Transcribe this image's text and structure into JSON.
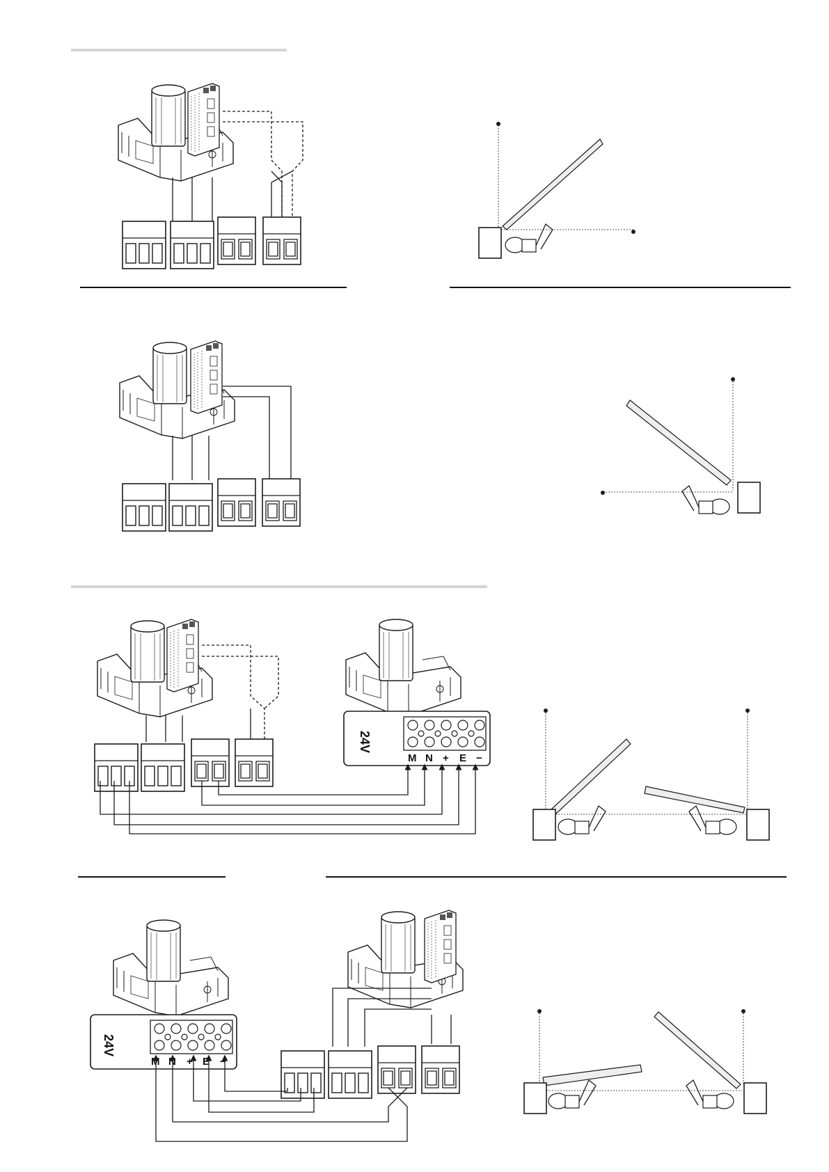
{
  "page": {
    "background": "#ffffff",
    "ink": "#1a1a1a",
    "rule_light": "#d4d4d4",
    "rule_dark": "#111111",
    "leaf_fill": "#eeeeee"
  },
  "voltage": "24V",
  "terminals": [
    "M",
    "N",
    "+",
    "E",
    "−"
  ],
  "sections": [
    {
      "id": "single-right",
      "wiring": "crossed",
      "gate": "single leaf, motor on left post"
    },
    {
      "id": "single-left",
      "wiring": "straight",
      "gate": "single leaf, motor on right post"
    },
    {
      "id": "double-master-left",
      "wiring": "crossed",
      "gate": "double leaf"
    },
    {
      "id": "double-master-right",
      "wiring": "crossed",
      "gate": "double leaf"
    }
  ]
}
